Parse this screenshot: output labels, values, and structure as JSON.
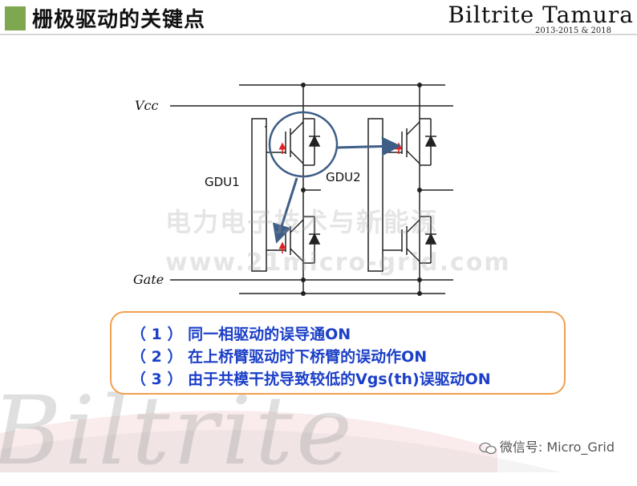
{
  "header": {
    "title": "栅极驱动的关键点",
    "brand": "Biltrite Tamura",
    "years": "2013-2015 & 2018"
  },
  "diagram": {
    "labels": {
      "vcc": "Vcc",
      "gate": "Gate",
      "gdu1": "GDU1",
      "gdu2": "GDU2"
    }
  },
  "watermark": {
    "cn": "电力电子技术与新能源",
    "url": "www.21micro-grid.com"
  },
  "notes": [
    "（ 1 ） 同一相驱动的误导通ON",
    "（ 2 ） 在上桥臂驱动时下桥臂的误动作ON",
    "（ 3 ） 由于共模干扰导致较低的Vgs(th)误驱动ON"
  ],
  "footer": {
    "logo": "Biltrite",
    "wechat": "微信号: Micro_Grid"
  },
  "colors": {
    "accent_green": "#7ea74f",
    "note_text": "#1b3fc8",
    "note_border": "#f0a050",
    "arrow_blue": "#3e5e86",
    "gate_red": "#e02020"
  }
}
